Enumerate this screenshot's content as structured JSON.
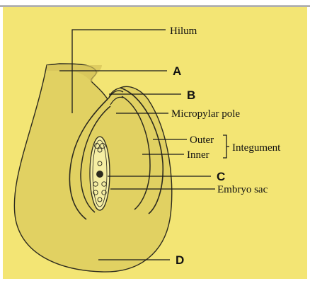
{
  "labels": {
    "hilum": "Hilum",
    "a": "A",
    "b": "B",
    "micropylar_pole": "Micropylar pole",
    "outer": "Outer",
    "inner": "Inner",
    "integument": "Integument",
    "c": "C",
    "embryo_sac": "Embryo sac",
    "d": "D"
  },
  "colors": {
    "background": "#f3e574",
    "ovule_body": "#e1d162",
    "outline": "#2c2a1e"
  }
}
